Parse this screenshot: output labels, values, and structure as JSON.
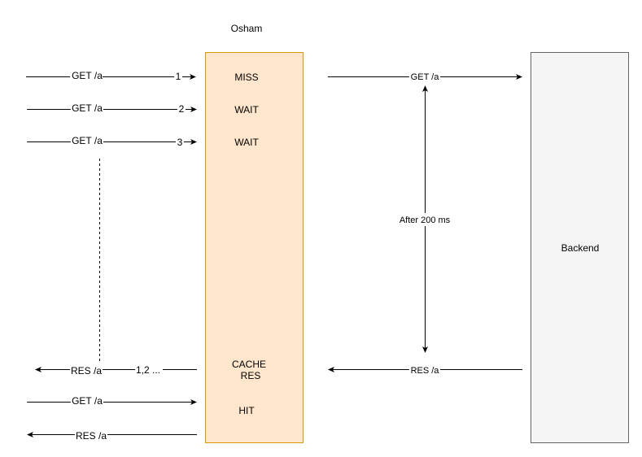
{
  "title": "Osham",
  "osham": {
    "states": {
      "miss": "MISS",
      "wait1": "WAIT",
      "wait2": "WAIT",
      "cache_line1": "CACHE",
      "cache_line2": "RES",
      "hit": "HIT"
    },
    "fill": "#ffe6cc",
    "stroke": "#d79b00"
  },
  "backend": {
    "label": "Backend",
    "fill": "#f5f5f5",
    "stroke": "#666666"
  },
  "client_requests": [
    {
      "label": "GET /a",
      "number": "1"
    },
    {
      "label": "GET /a",
      "number": "2"
    },
    {
      "label": "GET /a",
      "number": "3"
    }
  ],
  "client_response": {
    "label": "RES /a",
    "number": "1,2 ..."
  },
  "later_request": {
    "label": "GET /a"
  },
  "later_response": {
    "label": "RES /a"
  },
  "backend_request": {
    "label": "GET /a"
  },
  "backend_response": {
    "label": "RES /a"
  },
  "delay": {
    "label": "After 200 ms"
  }
}
